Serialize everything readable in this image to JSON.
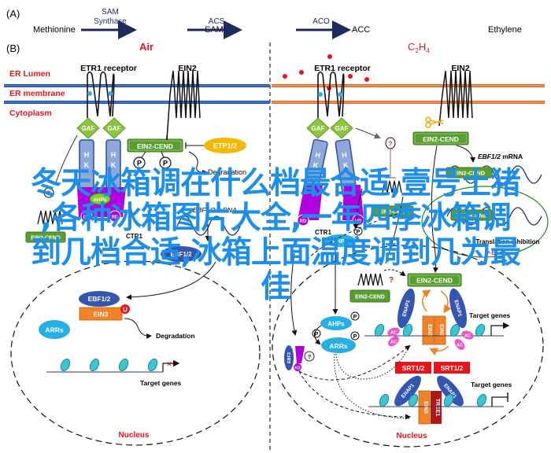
{
  "panelA": {
    "label": "(A)",
    "pathway": [
      {
        "compound": "Methionine",
        "enzyme_line1": "SAM",
        "enzyme_line2": "Synthase"
      },
      {
        "compound": "SAM",
        "enzyme_line1": "ACS",
        "enzyme_line2": ""
      },
      {
        "compound": "ACC",
        "enzyme_line1": "ACO",
        "enzyme_line2": ""
      },
      {
        "compound": "Ethylene"
      }
    ]
  },
  "panelB": {
    "label": "(B)",
    "conditions": {
      "air": "Air",
      "ethylene_main": "C",
      "ethylene_sub1": "2",
      "ethylene_mid": "H",
      "ethylene_sub2": "4"
    },
    "compartments": {
      "er_lumen": "ER Lumen",
      "er_membrane": "ER membrane",
      "cytoplasm": "Cytoplasm",
      "nucleus": "Nucleus"
    },
    "left": {
      "etr1": "ETR1 receptor",
      "ein2": "EIN2",
      "gaf": "GAF",
      "hk_h": "H",
      "hk_k": "K",
      "ein2_cend": "EIN2-CEND",
      "etp": "ETP1/2",
      "p": "P",
      "degradation": "Degradation",
      "ctr1": "CTR1",
      "ahps": "AHPs",
      "rd": "RD",
      "ebf_mrna": "EBF1/2 mRNA",
      "ebf": "EBF1/2",
      "ein3": "EIN3",
      "u": "U",
      "arrs": "ARRs",
      "nuc_degradation": "Degradation",
      "target_genes": "Target genes",
      "question": "?"
    },
    "right": {
      "etr1": "ETR1 receptor",
      "ein2": "EIN2",
      "gaf": "GAF",
      "hk_h": "H",
      "hk_k": "K",
      "question": "?",
      "ein2_cend": "EIN2-CEND",
      "ebf_mrna_italic": "EBF1/2",
      "ebf_mrna_rest": " mRNA",
      "translation_inhibition": "Translation inhibition",
      "p_bodies": "P-body",
      "ctr1": "CTR1",
      "ahps": "AHPs",
      "arrs": "ARRs",
      "ebf2": "EBF2",
      "kd": "KD",
      "rd": "RD",
      "p": "P",
      "enap1": "ENAP1",
      "ein3": "EIN3",
      "ac": "AC",
      "target_genes_1": "Target genes",
      "target_genes_2": "Target genes",
      "srt": "SRT1/2",
      "tree1": "TREE1"
    }
  },
  "watermark": {
    "line1": "冬天冰箱调在什么档最合适,壹号土猪",
    "line2": ",各种冰箱图片大全,一年四季冰箱调",
    "line3": "到几档合适,冰箱上面温度调到几为最",
    "line4": "佳"
  },
  "colors": {
    "red_label": "#e8141a",
    "navy_arrow": "#1f2a5c",
    "membrane_blue": "#1f4fa8",
    "membrane_orange": "#e0641c",
    "gaf_green": "#8cc63f",
    "hk_blue": "#8fa8dc",
    "cend_green": "#5a9e32",
    "etp_yellow": "#f5b800",
    "purple": "#b000e0",
    "cyan": "#27aee6",
    "ein3_orange": "#f08228",
    "enap_blue": "#3456b0",
    "srt_red": "#e8141a",
    "tree_red": "#b01818",
    "watermark": "#1e8fe8"
  }
}
